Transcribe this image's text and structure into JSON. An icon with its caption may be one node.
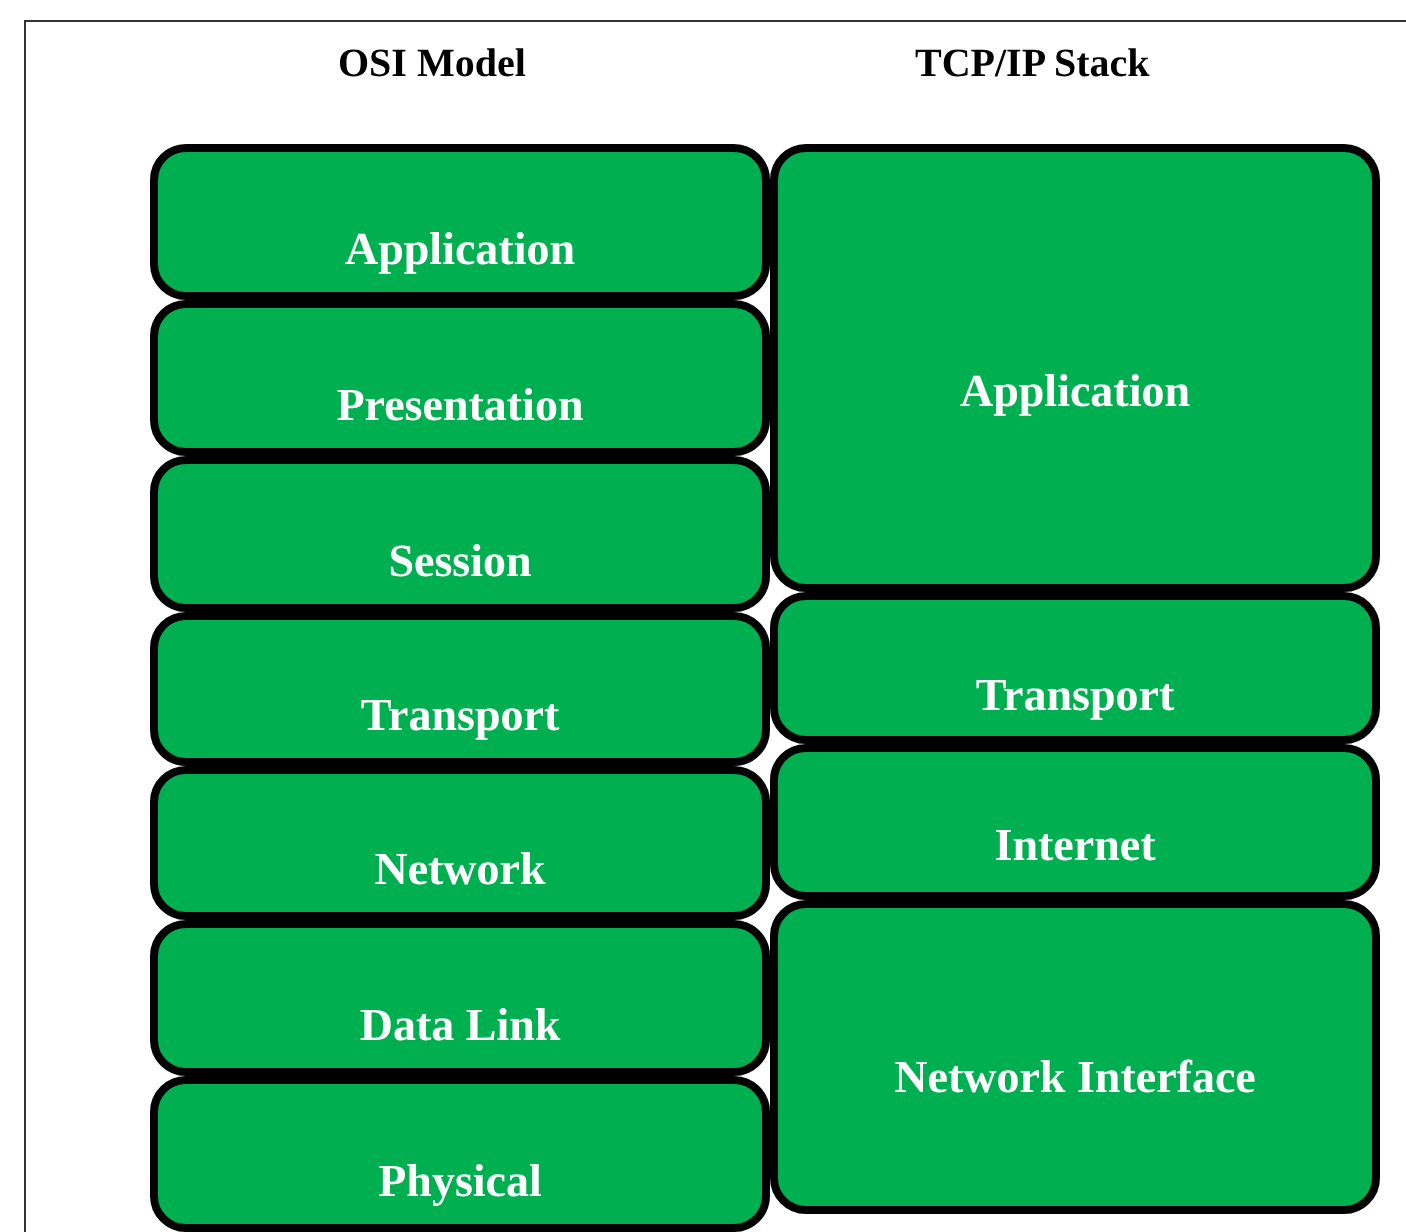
{
  "diagram": {
    "nodes": [
      {
        "text": [
          "Application"
        ]
      },
      {
        "text": [
          "Presentation"
        ]
      },
      {
        "text": [
          "Session"
        ]
      },
      {
        "text": [
          "Transport"
        ]
      },
      {
        "text": [
          "Network"
        ]
      },
      {
        "text": [
          "Data Link"
        ]
      },
      {
        "text": [
          "Physical"
        ]
      },
      {
        "text": [
          "Application"
        ]
      },
      {
        "text": [
          "Transport"
        ]
      },
      {
        "text": [
          "Internet"
        ]
      },
      {
        "text": [
          "Network Interface"
        ]
      }
    ],
    "labels": [
      "OSI Model",
      "TCP/IP Stack"
    ]
  }
}
